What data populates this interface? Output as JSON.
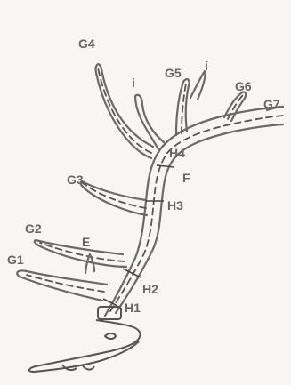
{
  "labels": {
    "G1": "G1",
    "G2": "G2",
    "G3": "G3",
    "G4": "G4",
    "G5": "G5",
    "G6": "G6",
    "G7": "G7",
    "H1": "H1",
    "H2": "H2",
    "H3": "H3",
    "H4": "H4",
    "E": "E",
    "F": "F",
    "i_left": "i",
    "i_right": "i"
  },
  "colors": {
    "outline": "#6a6a6a",
    "measure_line": "#555555",
    "label": "#666666",
    "background": "#f7f6f2"
  }
}
